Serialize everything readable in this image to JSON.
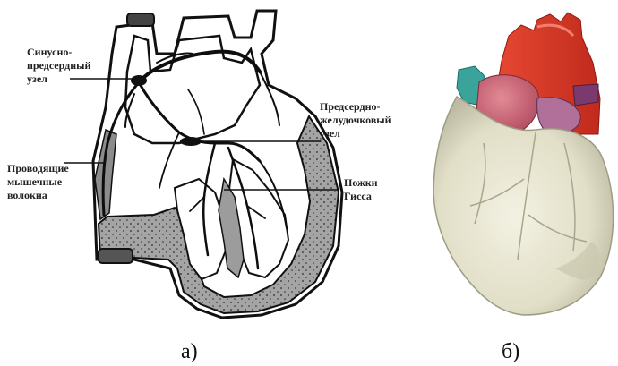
{
  "left_panel": {
    "labels": {
      "sinoatrial_line1": "Синусно-",
      "sinoatrial_line2": "предсердный",
      "sinoatrial_line3": "узел",
      "av_line1": "Предсердно-",
      "av_line2": "желудочковый",
      "av_line3": "узел",
      "fibers_line1": "Проводящие",
      "fibers_line2": "мышечные",
      "fibers_line3": "волокна",
      "bundle_line1": "Ножки",
      "bundle_line2": "Гисса"
    },
    "caption": "а)"
  },
  "right_panel": {
    "caption": "б)"
  },
  "colors": {
    "ink": "#111111",
    "muscle_gray": "#9a9a9a",
    "aorta_red": "#d83a28",
    "atrium_pink": "#c85a6e",
    "vessel_teal": "#3aa39a",
    "ventricle_beige": "#e8e6d2"
  }
}
